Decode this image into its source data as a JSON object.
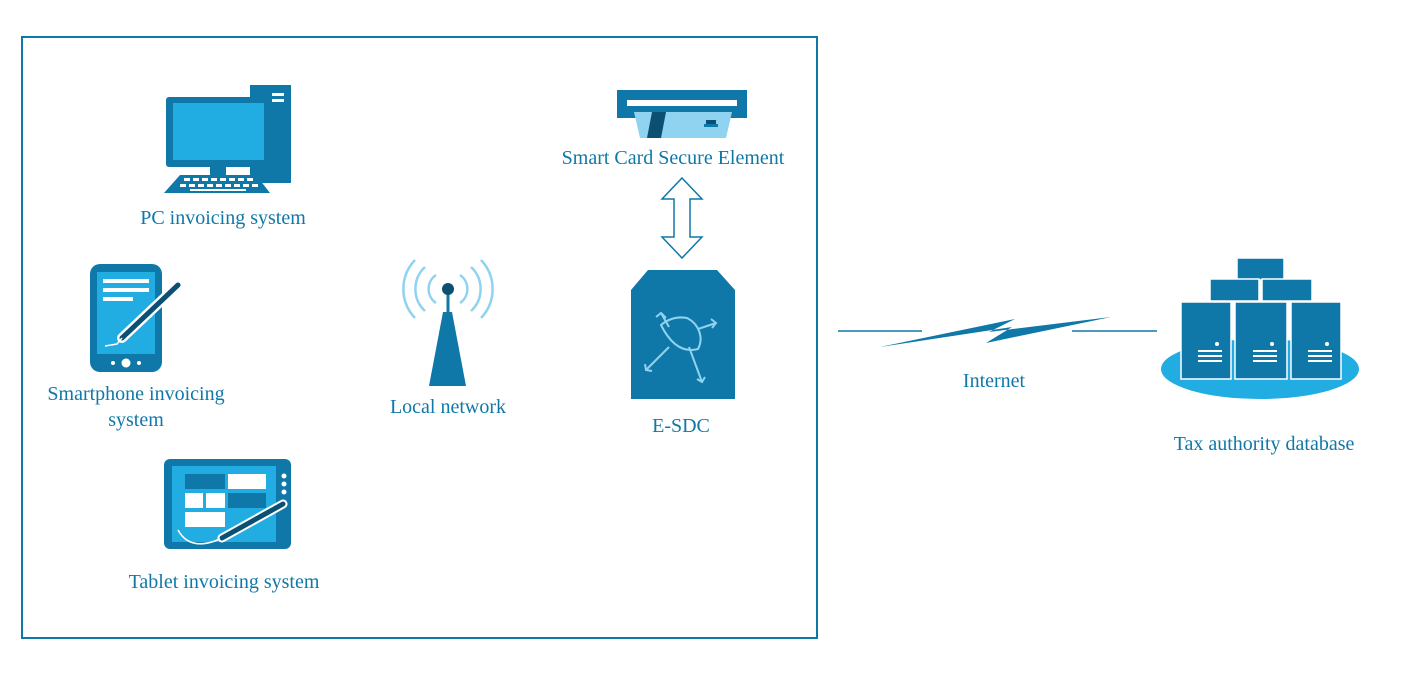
{
  "colors": {
    "primary": "#0f78a8",
    "light": "#22ade2",
    "pale": "#8fd3f0",
    "dark": "#0b4f72"
  },
  "nodes": {
    "pc": {
      "label": "PC invoicing system",
      "icon": "desktop-computer-icon"
    },
    "smartphone": {
      "label_line1": "Smartphone invoicing",
      "label_line2": "system",
      "icon": "smartphone-stylus-icon"
    },
    "tablet": {
      "label": "Tablet invoicing system",
      "icon": "tablet-stylus-icon"
    },
    "network": {
      "label": "Local network",
      "icon": "antenna-icon"
    },
    "smartcard": {
      "label": "Smart Card Secure Element",
      "icon": "card-reader-icon"
    },
    "esdc": {
      "label": "E-SDC",
      "icon": "esdc-device-icon"
    },
    "internet": {
      "label": "Internet",
      "icon": "lightning-link-icon"
    },
    "tax": {
      "label": "Tax authority database",
      "icon": "server-cluster-icon"
    }
  }
}
